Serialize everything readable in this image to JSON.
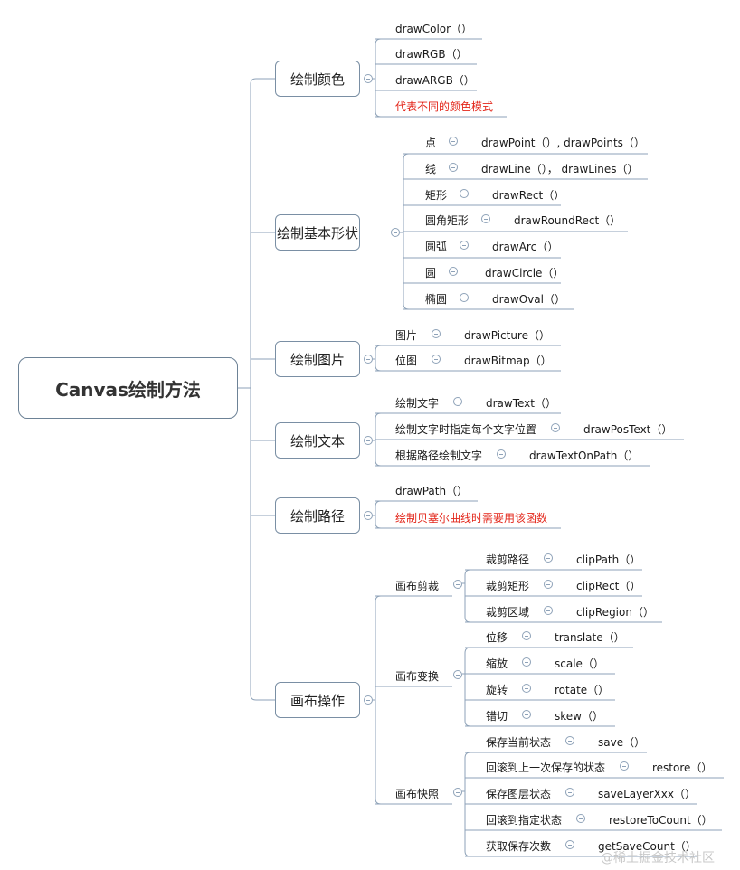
{
  "root": "Canvas绘制方法",
  "branches": {
    "color": {
      "title": "绘制颜色",
      "items": [
        "drawColor（）",
        "drawRGB（）",
        "drawARGB（）",
        "代表不同的颜色模式"
      ]
    },
    "shape": {
      "title": "绘制基本形状",
      "rows": [
        {
          "label": "点",
          "method": "drawPoint（）, drawPoints（）"
        },
        {
          "label": "线",
          "method": "drawLine（）， drawLines（）"
        },
        {
          "label": "矩形",
          "method": "drawRect（）"
        },
        {
          "label": "圆角矩形",
          "method": "drawRoundRect（）"
        },
        {
          "label": "圆弧",
          "method": "drawArc（）"
        },
        {
          "label": "圆",
          "method": "drawCircle（）"
        },
        {
          "label": "椭圆",
          "method": "drawOval（）"
        }
      ]
    },
    "picture": {
      "title": "绘制图片",
      "rows": [
        {
          "label": "图片",
          "method": "drawPicture（）"
        },
        {
          "label": "位图",
          "method": "drawBitmap（）"
        }
      ]
    },
    "text": {
      "title": "绘制文本",
      "rows": [
        {
          "label": "绘制文字",
          "method": "drawText（）"
        },
        {
          "label": "绘制文字时指定每个文字位置",
          "method": "drawPosText（）"
        },
        {
          "label": "根据路径绘制文字",
          "method": "drawTextOnPath（）"
        }
      ]
    },
    "path": {
      "title": "绘制路径",
      "items": [
        "drawPath（）",
        "绘制贝塞尔曲线时需要用该函数"
      ]
    },
    "canvas": {
      "title": "画布操作",
      "groups": [
        {
          "title": "画布剪裁",
          "rows": [
            {
              "label": "裁剪路径",
              "method": "clipPath（）"
            },
            {
              "label": "裁剪矩形",
              "method": "clipRect（）"
            },
            {
              "label": "裁剪区域",
              "method": "clipRegion（）"
            }
          ]
        },
        {
          "title": "画布变换",
          "rows": [
            {
              "label": "位移",
              "method": "translate（）"
            },
            {
              "label": "缩放",
              "method": "scale（）"
            },
            {
              "label": "旋转",
              "method": "rotate（）"
            },
            {
              "label": "错切",
              "method": "skew（）"
            }
          ]
        },
        {
          "title": "画布快照",
          "rows": [
            {
              "label": "保存当前状态",
              "method": "save（）"
            },
            {
              "label": "回滚到上一次保存的状态",
              "method": "restore（）"
            },
            {
              "label": "保存图层状态",
              "method": "saveLayerXxx（）"
            },
            {
              "label": "回滚到指定状态",
              "method": "restoreToCount（）"
            },
            {
              "label": "获取保存次数",
              "method": "getSaveCount（）"
            }
          ]
        }
      ]
    }
  },
  "watermark": "@稀土掘金技术社区",
  "colors": {
    "line": "#8ea2b8",
    "red": "#e3261a",
    "border": "#7a8fa4"
  }
}
